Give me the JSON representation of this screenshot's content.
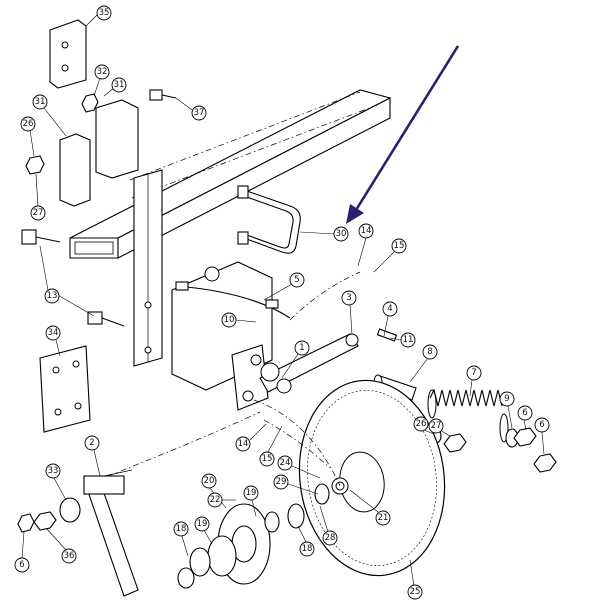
{
  "colors": {
    "line": "#000000",
    "background": "#ffffff",
    "arrow": "#2a1f6e"
  },
  "callouts": {
    "c1": "1",
    "c2": "2",
    "c3": "3",
    "c4": "4",
    "c5": "5",
    "c6a": "6",
    "c6b": "6",
    "c6c": "6",
    "c7": "7",
    "c8": "8",
    "c9": "9",
    "c10": "10",
    "c11": "11",
    "c13": "13",
    "c14a": "14",
    "c14b": "14",
    "c15a": "15",
    "c15b": "15",
    "c18a": "18",
    "c18b": "18",
    "c19a": "19",
    "c19b": "19",
    "c20": "20",
    "c21": "21",
    "c22": "22",
    "c24": "24",
    "c25": "25",
    "c26a": "26",
    "c26b": "26",
    "c27a": "27",
    "c27b": "27",
    "c28": "28",
    "c29": "29",
    "c30": "30",
    "c31a": "31",
    "c31b": "31",
    "c32": "32",
    "c33": "33",
    "c34": "34",
    "c35": "35",
    "c36": "36",
    "c37": "37"
  }
}
